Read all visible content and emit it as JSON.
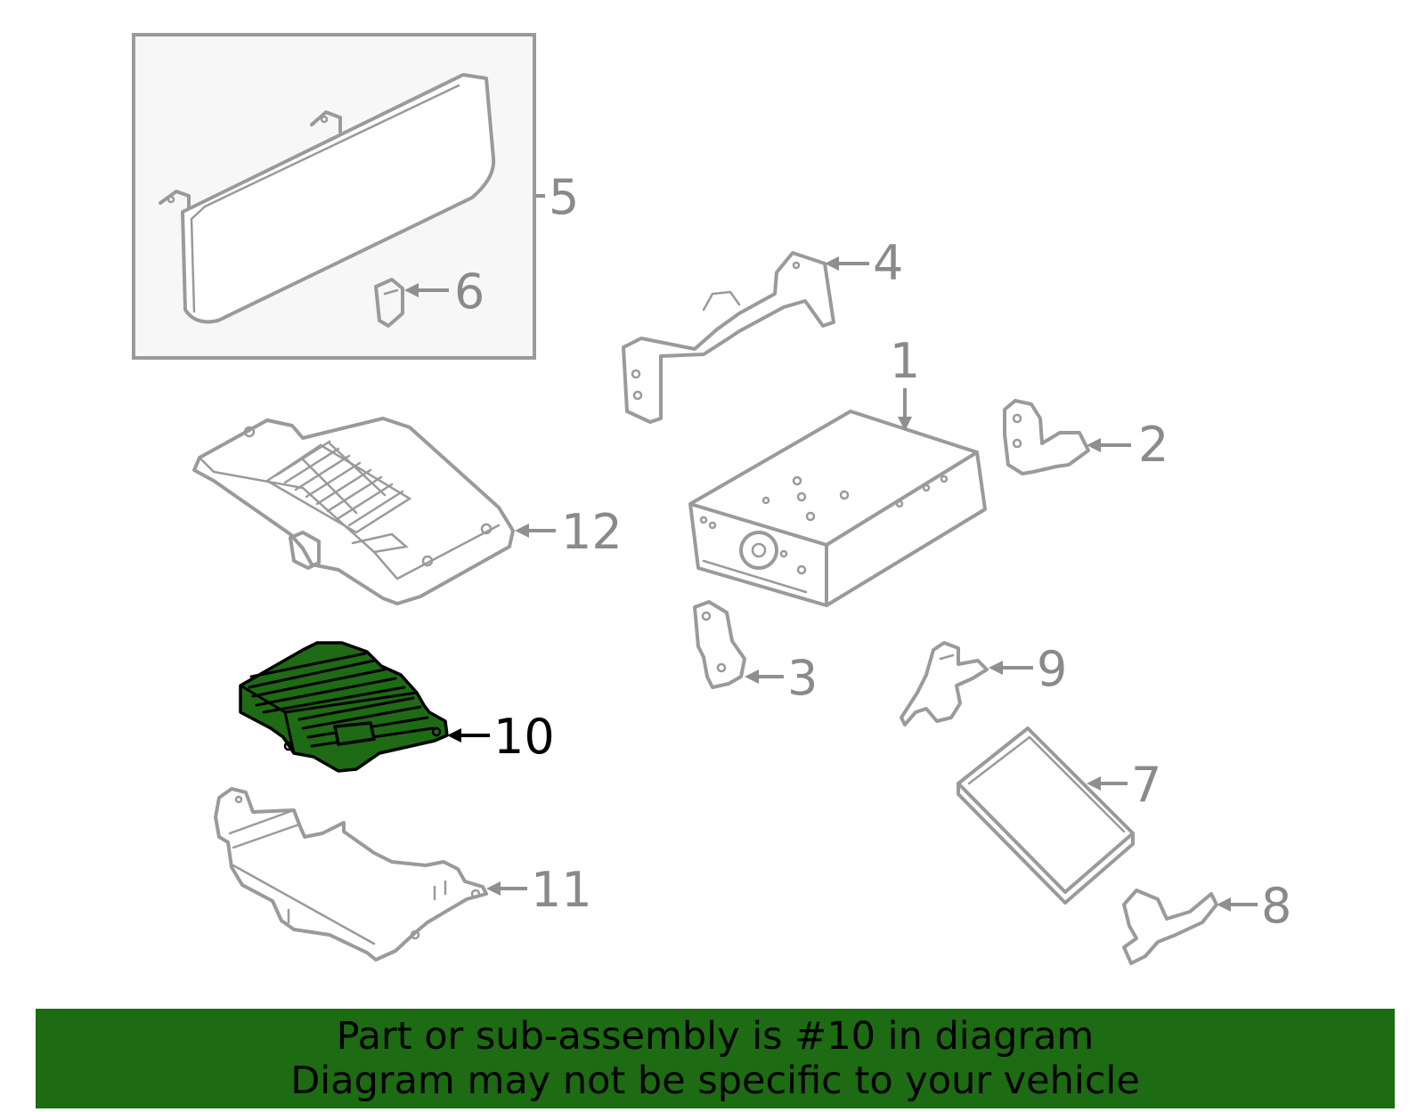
{
  "diagram": {
    "highlighted_part": "10",
    "highlight_color": "#1f6a14",
    "outline_color": "#9a9a9a",
    "callouts": {
      "c1": "1",
      "c2": "2",
      "c3": "3",
      "c4": "4",
      "c5": "5",
      "c6": "6",
      "c7": "7",
      "c8": "8",
      "c9": "9",
      "c10": "10",
      "c11": "11",
      "c12": "12"
    }
  },
  "footer": {
    "background": "#1d6b12",
    "line1": "Part or sub-assembly is #10 in diagram",
    "line2": "Diagram may not be specific to your vehicle"
  }
}
